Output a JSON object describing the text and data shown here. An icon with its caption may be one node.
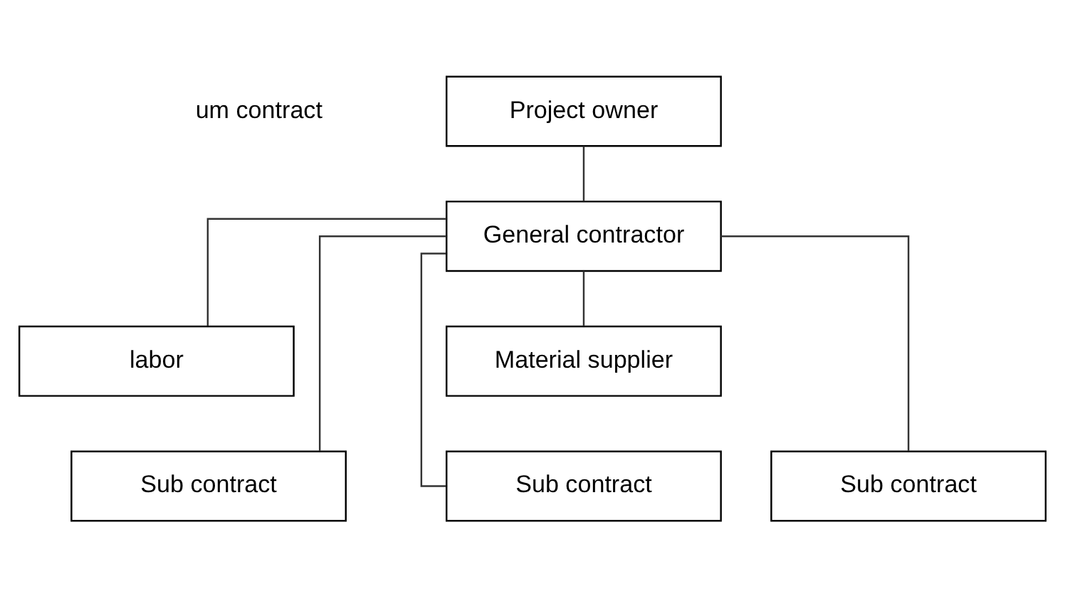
{
  "diagram": {
    "nodes": [
      {
        "text": [
          "Project owner"
        ]
      },
      {
        "text": [
          "General contractor"
        ]
      },
      {
        "text": [
          "labor"
        ]
      },
      {
        "text": [
          "Material supplier"
        ]
      },
      {
        "text": [
          "Sub contract"
        ]
      },
      {
        "text": [
          "Sub contract"
        ]
      },
      {
        "text": [
          "Sub contract"
        ]
      }
    ],
    "edges": [
      {
        "from": 0,
        "to": 1,
        "arrow": "none"
      },
      {
        "from": 1,
        "to": 2,
        "arrow": "none"
      },
      {
        "from": 1,
        "to": 3,
        "arrow": "none"
      },
      {
        "from": 1,
        "to": 4,
        "arrow": "none"
      },
      {
        "from": 1,
        "to": 5,
        "arrow": "none"
      },
      {
        "from": 1,
        "to": 6,
        "arrow": "none"
      }
    ],
    "labels": [
      "um contract"
    ]
  }
}
